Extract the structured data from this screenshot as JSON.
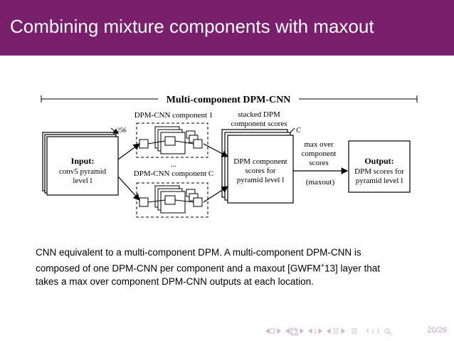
{
  "slide": {
    "title": "Combining mixture components with maxout",
    "page_number": "20/26",
    "accent_color": "#7a1f6c"
  },
  "diagram": {
    "header": "Multi-component DPM-CNN",
    "input_title": "Input:",
    "input_line1": "conv5 pyramid",
    "input_line2": "level l",
    "channels_label": "256",
    "component1_label": "DPM-CNN component 1",
    "ellipsis": "...",
    "componentC_label": "DPM-CNN component C",
    "stacked_line1": "stacked DPM",
    "stacked_line2": "component scores",
    "stack_depth_label": "C",
    "scores_line1": "DPM component",
    "scores_line2": "scores for",
    "scores_line3": "pyramid level l",
    "maxover_line1": "max over",
    "maxover_line2": "component",
    "maxover_line3": "scores",
    "maxout_label": "(maxout)",
    "output_title": "Output:",
    "output_line1": "DPM scores for",
    "output_line2": "pyramid level l"
  },
  "caption": {
    "line1": "CNN equivalent to a multi-component DPM. A multi-component DPM-CNN is",
    "line2": "composed of one DPM-CNN per component and a maxout [GWFM",
    "superscript": "+",
    "line2_end": "13] layer that",
    "line3": "takes a max over component DPM-CNN outputs at each location."
  },
  "nav": {
    "icons": [
      "nav-left-icon",
      "nav-frame-icon",
      "nav-right-icon",
      "nav-subsection-icon",
      "nav-section-icon",
      "nav-align-icon",
      "nav-search-icon"
    ]
  }
}
